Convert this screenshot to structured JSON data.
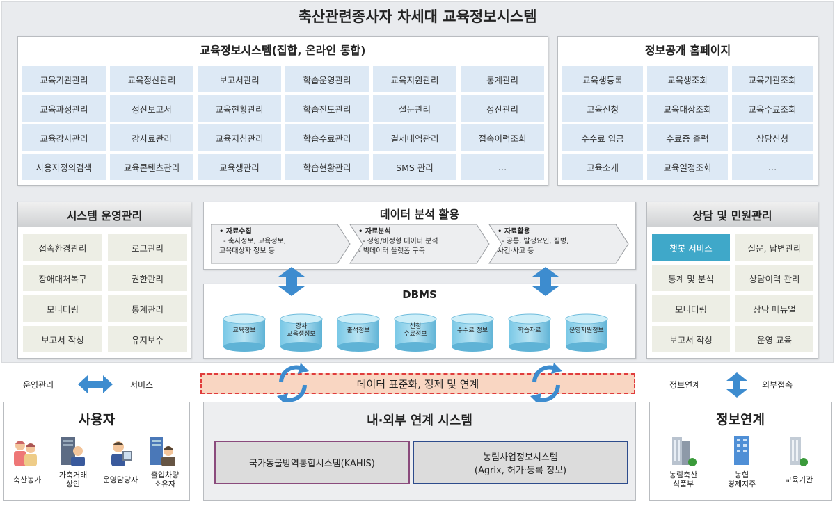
{
  "title": "축산관련종사자 차세대 교육정보시스템",
  "edu_system": {
    "title": "교육정보시스템(집합, 온라인 통합)",
    "rows": [
      [
        "교육기관관리",
        "교육정산관리",
        "보고서관리",
        "학습운영관리",
        "교육지원관리",
        "통계관리"
      ],
      [
        "교육과정관리",
        "정산보고서",
        "교육현황관리",
        "학습진도관리",
        "설문관리",
        "정산관리"
      ],
      [
        "교육강사관리",
        "강사료관리",
        "교육지침관리",
        "학습수료관리",
        "결제내역관리",
        "접속이력조회"
      ],
      [
        "사용자정의검색",
        "교육콘텐츠관리",
        "교육생관리",
        "학습현황관리",
        "SMS 관리",
        "…"
      ]
    ]
  },
  "homepage": {
    "title": "정보공개 홈페이지",
    "rows": [
      [
        "교육생등록",
        "교육생조회",
        "교육기관조회"
      ],
      [
        "교육신청",
        "교육대상조회",
        "교육수료조회"
      ],
      [
        "수수료 입금",
        "수료증 출력",
        "상담신청"
      ],
      [
        "교육소개",
        "교육일정조회",
        "…"
      ]
    ]
  },
  "sysops": {
    "title": "시스템 운영관리",
    "rows": [
      [
        "접속환경관리",
        "로그관리"
      ],
      [
        "장애대처복구",
        "권한관리"
      ],
      [
        "모니터링",
        "통계관리"
      ],
      [
        "보고서 작성",
        "유지보수"
      ]
    ]
  },
  "analysis": {
    "title": "데이터 분석 활용",
    "steps": [
      {
        "head": "• 자료수집",
        "l1": "- 축사정보, 교육정보,",
        "l2": "교육대상자 정보 등"
      },
      {
        "head": "• 자료분석",
        "l1": "- 정형/비정형 데이터 분석",
        "l2": "- 빅데이터 플랫폼 구축"
      },
      {
        "head": "• 자료활용",
        "l1": "- 공통, 발생요인, 질병,",
        "l2": "사건·사고 등"
      }
    ]
  },
  "dbms": {
    "title": "DBMS",
    "cylinders": [
      {
        "l1": "교육정보",
        "l2": ""
      },
      {
        "l1": "강사",
        "l2": "교육생정보"
      },
      {
        "l1": "출석정보",
        "l2": ""
      },
      {
        "l1": "신청",
        "l2": "수료정보"
      },
      {
        "l1": "수수료 정보",
        "l2": ""
      },
      {
        "l1": "학습자료",
        "l2": ""
      },
      {
        "l1": "운영지원정보",
        "l2": ""
      }
    ]
  },
  "counsel": {
    "title": "상담 및 민원관리",
    "highlight_color": "#3fa8c9",
    "rows": [
      [
        "챗봇 서비스",
        "질문, 답변관리"
      ],
      [
        "통계 및 분석",
        "상담이력 관리"
      ],
      [
        "모니터링",
        "상담 메뉴얼"
      ],
      [
        "보고서 작성",
        "운영 교육"
      ]
    ]
  },
  "links": {
    "left_a": "운영관리",
    "left_b": "서비스",
    "right_a": "정보연계",
    "right_b": "외부접속",
    "standard": "데이터 표준화, 정제 및 연계"
  },
  "users": {
    "title": "사용자",
    "items": [
      {
        "l1": "축산농가",
        "l2": ""
      },
      {
        "l1": "가축거래",
        "l2": "상인"
      },
      {
        "l1": "운영담당자",
        "l2": ""
      },
      {
        "l1": "출입차량",
        "l2": "소유자"
      }
    ]
  },
  "integration": {
    "title": "내·외부 연계 시스템",
    "box1": "국가동물방역통합시스템(KAHIS)",
    "box2_l1": "농림사업정보시스템",
    "box2_l2": "(Agrix, 허가·등록 정보)"
  },
  "infolink": {
    "title": "정보연계",
    "items": [
      {
        "l1": "농림축산",
        "l2": "식품부"
      },
      {
        "l1": "농협",
        "l2": "경제지주"
      },
      {
        "l1": "교육기관",
        "l2": ""
      }
    ]
  }
}
